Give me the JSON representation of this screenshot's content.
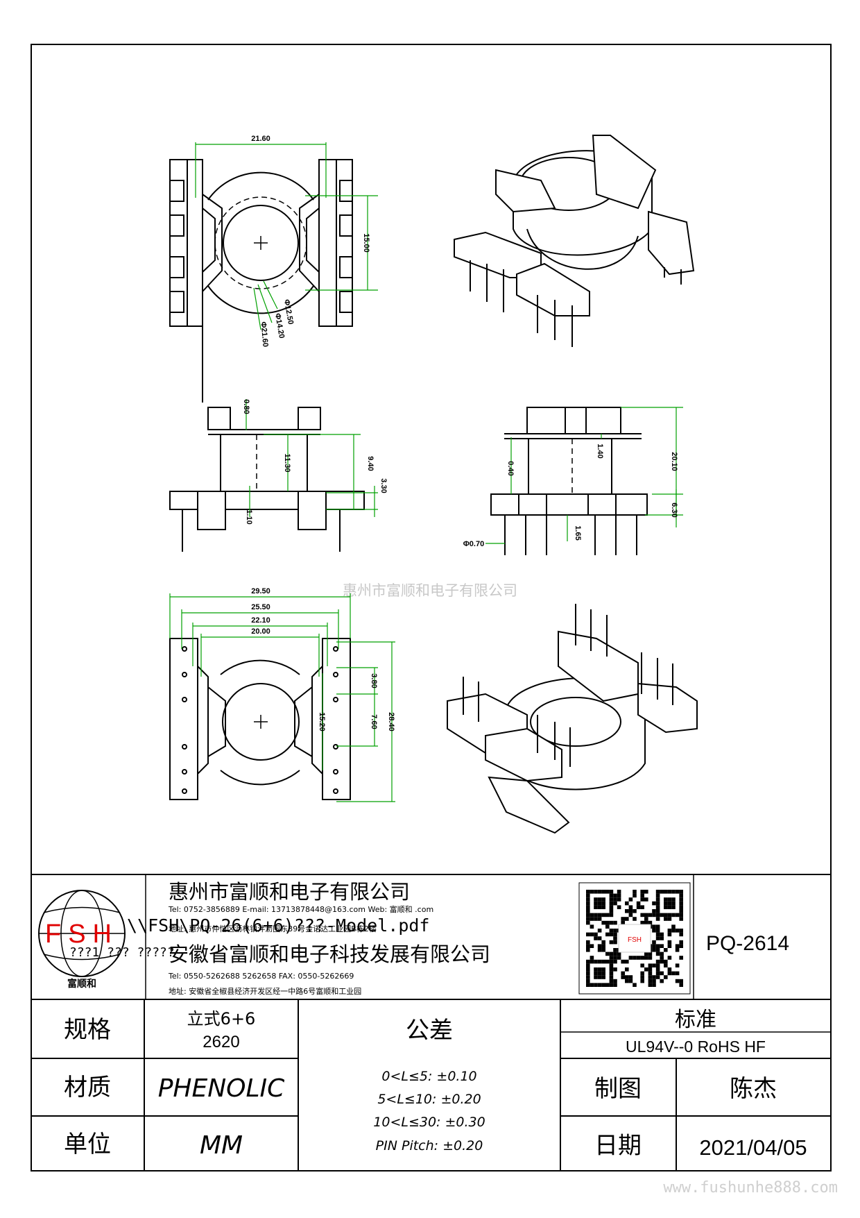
{
  "drawing": {
    "part_number": "PQ-2614",
    "watermark_center": "惠州市富顺和电子有限公司",
    "watermark_bottom": "www.fushunhe888.com",
    "overlay_path": "\\\\FSH\\PQ-26(6+6)???-Model.pdf",
    "overlay_garble": "???1 ??? ?????",
    "dimensions": {
      "top_view": [
        "21.60",
        "15.00",
        "Φ12.50",
        "Φ14.20",
        "Φ21.60"
      ],
      "side_view_left": [
        "0.80",
        "11.30",
        "9.40",
        "3.30",
        "1.10"
      ],
      "side_view_right": [
        "1.40",
        "20.10",
        "0.40",
        "1.65",
        "6.30",
        "Φ0.70"
      ],
      "bottom_view": [
        "29.50",
        "25.50",
        "22.10",
        "20.00",
        "3.80",
        "15.20",
        "7.60",
        "28.40"
      ]
    }
  },
  "title_block": {
    "logo_text": "FSH",
    "logo_caption": "富顺和",
    "company1": "惠州市富顺和电子有限公司",
    "company1_contact": "Tel: 0752-3856889  E-mail: 13713878448@163.com  Web: 富顺和 .com",
    "company1_address": "地址: 惠州市仲恺区沥林镇泮沥围东39号金诺达工业园B栋2楼",
    "company2": "安徽省富顺和电子科技发展有限公司",
    "company2_contact": "Tel:   0550-5262688   5262658        FAX:  0550-5262669",
    "company2_address": "地址: 安徽省全椒县经济开发区经一中路6号富顺和工业园",
    "qr_label": "FSH",
    "rows": {
      "spec_label": "规格",
      "spec_value_1": "立式6+6",
      "spec_value_2": "2620",
      "material_label": "材质",
      "material_value": "PHENOLIC",
      "unit_label": "单位",
      "unit_value": "MM",
      "tolerance_label": "公差",
      "tolerances": [
        "0<L≤5: ±0.10",
        "5<L≤10: ±0.20",
        "10<L≤30: ±0.30",
        "PIN Pitch: ±0.20"
      ],
      "standard_label": "标准",
      "standard_value": "UL94V--0  RoHS HF",
      "drawn_label": "制图",
      "drawn_value": "陈杰",
      "date_label": "日期",
      "date_value": "2021/04/05"
    }
  }
}
